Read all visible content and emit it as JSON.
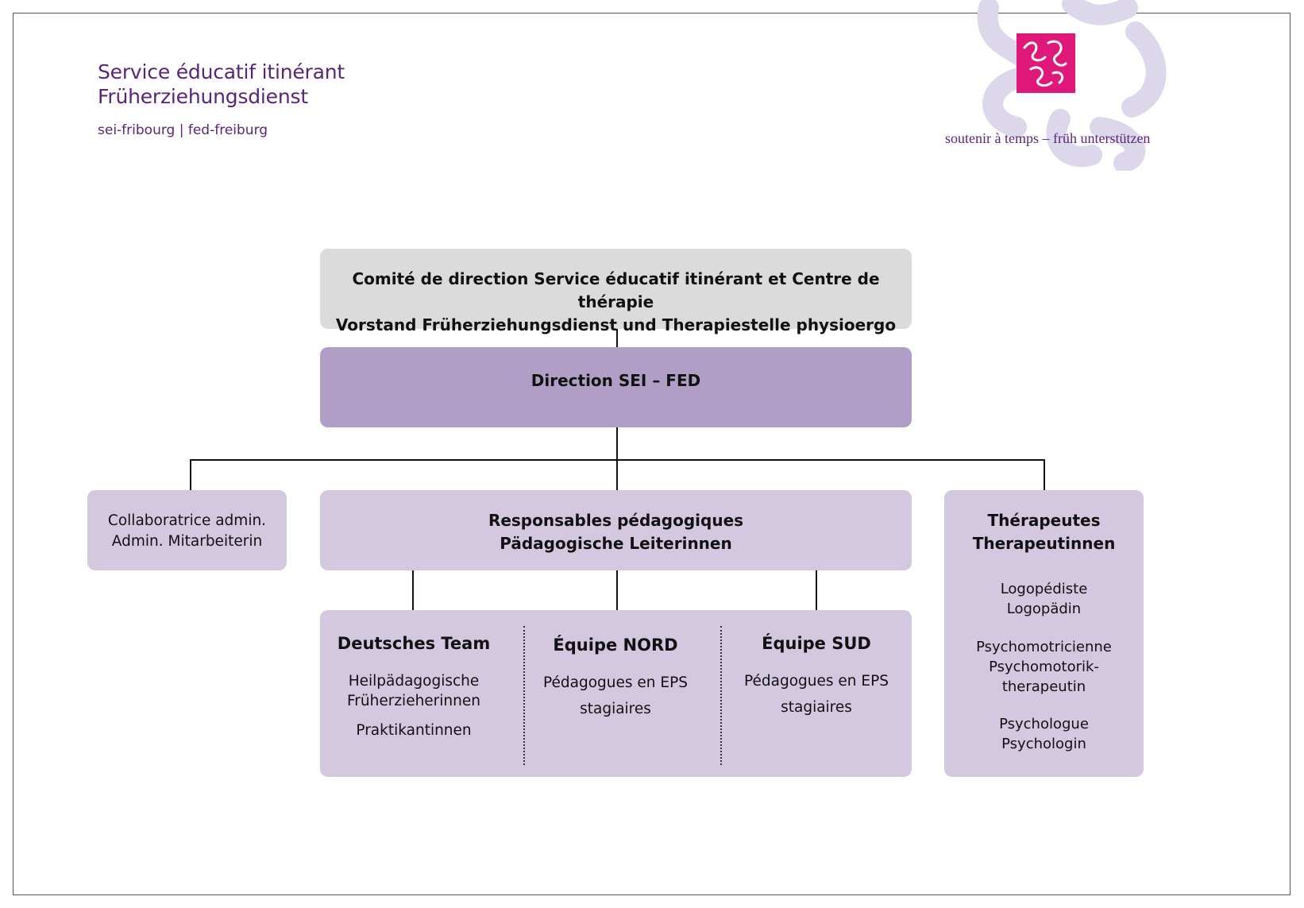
{
  "header": {
    "title_line1": "Service éducatif itinérant",
    "title_line2": "Früherziehungsdienst",
    "subtitle": "sei-fribourg | fed-freiburg",
    "tagline": "soutenir à temps – früh unterstützen"
  },
  "colors": {
    "brand_purple": "#5a2478",
    "logo_magenta": "#e0187a",
    "logo_swirl": "#dcd7ea",
    "committee_box": "#dbdbdb",
    "direction_box": "#b19ec7",
    "unit_box": "#d3c8e0"
  },
  "chart": {
    "committee": {
      "line1": "Comité de direction Service éducatif itinérant et Centre de thérapie",
      "line2": "Vorstand Früherziehungsdienst und Therapiestelle physioergo"
    },
    "direction": {
      "label": "Direction SEI – FED"
    },
    "admin": {
      "line1": "Collaboratrice admin.",
      "line2": "Admin. Mitarbeiterin"
    },
    "pedagogical": {
      "line1": "Responsables pédagogiques",
      "line2": "Pädagogische Leiterinnen"
    },
    "therapists": {
      "title1": "Thérapeutes",
      "title2": "Therapeutinnen",
      "roles": [
        {
          "line1": "Logopédiste",
          "line2": "Logopädin"
        },
        {
          "line1": "Psychomotricienne",
          "line2": "Psychomotorik-",
          "line3": "therapeutin"
        },
        {
          "line1": "Psychologue",
          "line2": "Psychologin"
        }
      ]
    },
    "teams": [
      {
        "title": "Deutsches Team",
        "items": [
          "Heilpädagogische",
          "Früherzieherinnen",
          "Praktikantinnen"
        ]
      },
      {
        "title": "Équipe NORD",
        "items": [
          "Pédagogues en EPS",
          "stagiaires"
        ]
      },
      {
        "title": "Équipe SUD",
        "items": [
          "Pédagogues en EPS",
          "stagiaires"
        ]
      }
    ]
  }
}
